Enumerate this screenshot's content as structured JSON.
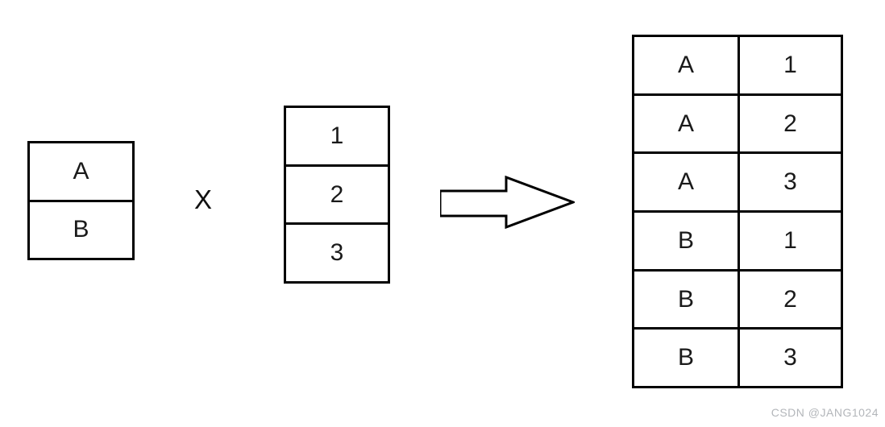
{
  "diagram": {
    "operator": "X",
    "left_table": {
      "rows": [
        "A",
        "B"
      ]
    },
    "numbers_table": {
      "rows": [
        "1",
        "2",
        "3"
      ]
    },
    "result_table": {
      "rows": [
        [
          "A",
          "1"
        ],
        [
          "A",
          "2"
        ],
        [
          "A",
          "3"
        ],
        [
          "B",
          "1"
        ],
        [
          "B",
          "2"
        ],
        [
          "B",
          "3"
        ]
      ]
    },
    "watermark": "CSDN @JANG1024"
  },
  "colors": {
    "line": "#000000",
    "background": "#ffffff",
    "watermark": "#b3b6ba"
  }
}
